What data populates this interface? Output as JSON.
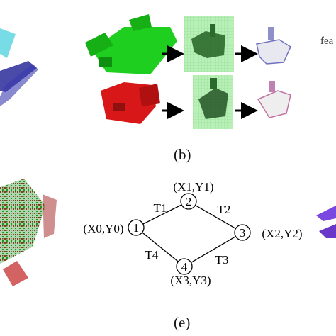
{
  "captions": {
    "b": "(b)",
    "e": "(e)"
  },
  "right_edge_fragment": "fea",
  "graph": {
    "nodes": [
      {
        "id": "1",
        "label": "(X0,Y0)"
      },
      {
        "id": "2",
        "label": "(X1,Y1)"
      },
      {
        "id": "3",
        "label": "(X2,Y2)"
      },
      {
        "id": "4",
        "label": "(X3,Y3)"
      }
    ],
    "edges": [
      {
        "from": "1",
        "to": "2",
        "label": "T1"
      },
      {
        "from": "2",
        "to": "3",
        "label": "T2"
      },
      {
        "from": "3",
        "to": "4",
        "label": "T3"
      },
      {
        "from": "4",
        "to": "1",
        "label": "T4"
      }
    ]
  },
  "colors": {
    "green": "#1fcf1f",
    "red": "#d81818",
    "dark_green": "#1a8a1a",
    "blue_left": "#2a2a9a",
    "cyan_left": "#5fd6e0",
    "purple_right": "#7a48e0",
    "grid_bg": "#b8f0b8",
    "arrow": "#000000"
  },
  "icons": [
    "arrow-right-icon"
  ]
}
